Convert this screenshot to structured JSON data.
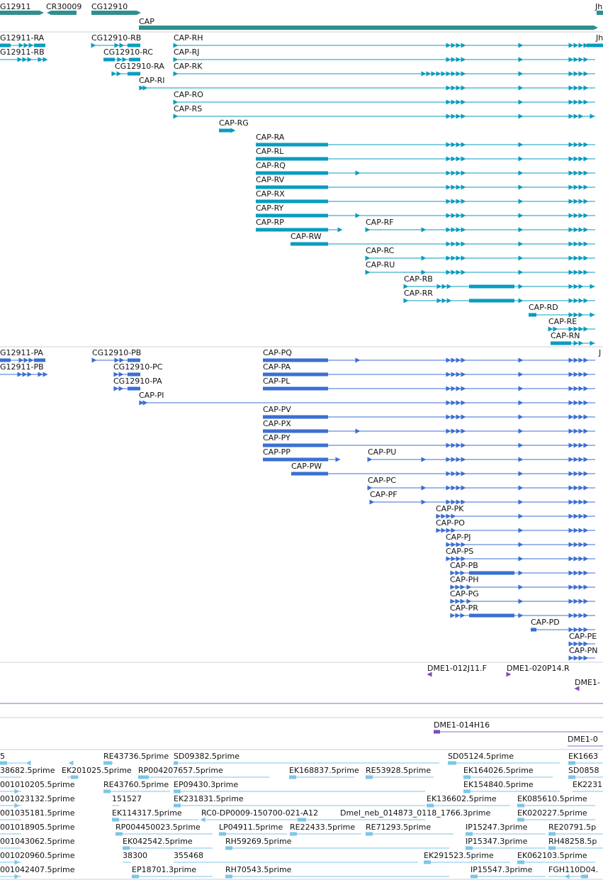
{
  "colors": {
    "gene": "#2f8f8f",
    "transcript": "#0a9cbf",
    "protein": "#3b6fd2",
    "bac": "#7d4bbd",
    "bac_line": "#8f6bc7",
    "est": "#7cc6e8",
    "separator": "#cfcfcf"
  },
  "tracks": {
    "genes": {
      "labels": [
        "G12911",
        "CR30009",
        "CG12910",
        "CAP",
        "Jh"
      ]
    },
    "transcripts": {
      "labels": [
        "G12911-RA",
        "G12911-RB",
        "CG12910-RB",
        "CG12910-RC",
        "CG12910-RA",
        "CAP-RH",
        "CAP-RJ",
        "CAP-RK",
        "CAP-RI",
        "CAP-RO",
        "CAP-RS",
        "CAP-RG",
        "CAP-RA",
        "CAP-RL",
        "CAP-RQ",
        "CAP-RV",
        "CAP-RX",
        "CAP-RY",
        "CAP-RP",
        "CAP-RF",
        "CAP-RW",
        "CAP-RC",
        "CAP-RU",
        "CAP-RB",
        "CAP-RR",
        "CAP-RD",
        "CAP-RE",
        "CAP-RN",
        "Jh"
      ]
    },
    "proteins": {
      "labels": [
        "G12911-PA",
        "G12911-PB",
        "CG12910-PB",
        "CG12910-PC",
        "CG12910-PA",
        "CAP-PI",
        "CAP-PQ",
        "CAP-PA",
        "CAP-PL",
        "CAP-PV",
        "CAP-PX",
        "CAP-PY",
        "CAP-PP",
        "CAP-PU",
        "CAP-PW",
        "CAP-PC",
        "CAP-PF",
        "CAP-PK",
        "CAP-PO",
        "CAP-PJ",
        "CAP-PS",
        "CAP-PB",
        "CAP-PH",
        "CAP-PG",
        "CAP-PR",
        "CAP-PD",
        "CAP-PE",
        "CAP-PN",
        "J"
      ]
    },
    "bac": {
      "labels": [
        "DME1-012J11.F",
        "DME1-020P14.R",
        "DME1-",
        "DME1-014H16",
        "DME1-0"
      ]
    },
    "est": {
      "labels": [
        "5",
        "RE43736.5prime",
        "SD09382.5prime",
        "SD05124.5prime",
        "EK1663",
        "38682.5prime",
        "EK201025.5prime",
        "RP004207657.5prime",
        "EK168837.5prime",
        "RE53928.5prime",
        "EK164026.5prime",
        "SD0858",
        "001010205.5prime",
        "RE43760.5prime",
        "EP09430.3prime",
        "EK154840.5prime",
        "EK2231",
        "001023132.5prime",
        "151527",
        "EK231831.5prime",
        "EK136602.5prime",
        "EK085610.5prime",
        "001035181.5prime",
        "EK114317.5prime",
        "RC0-DP0009-150700-021-A12",
        "Dmel_neb_014873_0118_1766.3prime",
        "EK020227.5prime",
        "001018905.5prime",
        "RP004450023.5prime",
        "LP04911.5prime",
        "RE22433.5prime",
        "RE71293.5prime",
        "IP15247.3prime",
        "RE20791.5p",
        "001043062.5prime",
        "EK042542.5prime",
        "RH59269.5prime",
        "IP15347.3prime",
        "RH48258.5p",
        "001020960.5prime",
        "38300",
        "355468",
        "EK291523.5prime",
        "EK062103.5prime",
        "001042407.5prime",
        "EP18701.3prime",
        "RH70543.5prime",
        "IP15547.3prime",
        "FGH110D04."
      ]
    }
  }
}
